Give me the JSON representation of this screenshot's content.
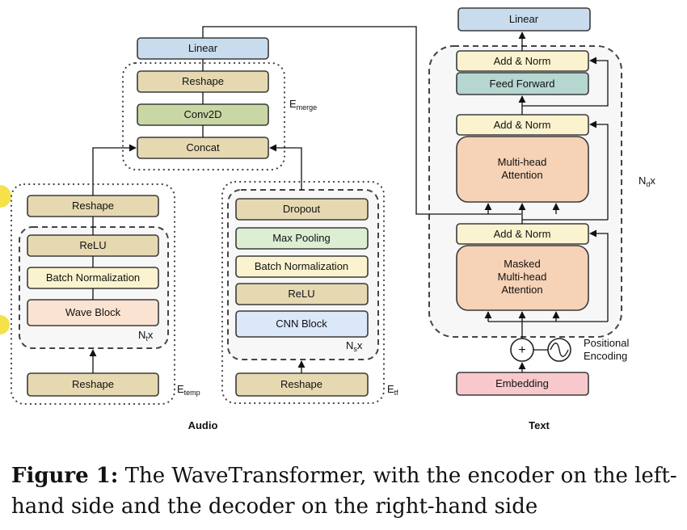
{
  "audio_encoder": {
    "e_merge": {
      "linear": "Linear",
      "reshape": "Reshape",
      "conv2d": "Conv2D",
      "concat": "Concat",
      "label_main": "E",
      "label_sub": "merge"
    },
    "e_temp": {
      "reshape_top": "Reshape",
      "relu": "ReLU",
      "batch_norm": "Batch Normalization",
      "wave_block": "Wave Block",
      "repeat_main": "N",
      "repeat_sub": "t",
      "repeat_suffix": "x",
      "reshape_bottom": "Reshape",
      "label_main": "E",
      "label_sub": "temp"
    },
    "e_tf": {
      "dropout": "Dropout",
      "max_pooling": "Max Pooling",
      "batch_norm": "Batch Normalization",
      "relu": "ReLU",
      "cnn_block": "CNN Block",
      "repeat_main": "N",
      "repeat_sub": "s",
      "repeat_suffix": "x",
      "reshape": "Reshape",
      "label_main": "E",
      "label_sub": "tf"
    },
    "title": "Audio"
  },
  "text_decoder": {
    "linear": "Linear",
    "add_norm_top": "Add & Norm",
    "feed_forward": "Feed Forward",
    "add_norm_mid": "Add & Norm",
    "mha_line1": "Multi-head",
    "mha_line2": "Attention",
    "add_norm_bottom": "Add & Norm",
    "masked_line1": "Masked",
    "masked_line2": "Multi-head",
    "masked_line3": "Attention",
    "repeat_main": "N",
    "repeat_sub": "d",
    "repeat_suffix": "x",
    "plus_symbol": "+",
    "pos_enc_line1": "Positional",
    "pos_enc_line2": "Encoding",
    "embedding": "Embedding",
    "title": "Text"
  },
  "caption": {
    "label": "Figure 1:",
    "text": "The WaveTransformer, with the encoder on the left-hand side and the decoder on the right-hand side"
  },
  "colors": {
    "linear": "#c8dcee",
    "tan": "#e6d9b2",
    "olive": "#c9d7a4",
    "cream": "#fbf3cf",
    "peach": "#fbe3d2",
    "light_green": "#dcefd2",
    "light_blue": "#dbe8fa",
    "teal": "#b6d6d0",
    "salmon": "#f6d2b6",
    "pink": "#f8c9cc",
    "yellow_mark": "#f5e14a"
  }
}
